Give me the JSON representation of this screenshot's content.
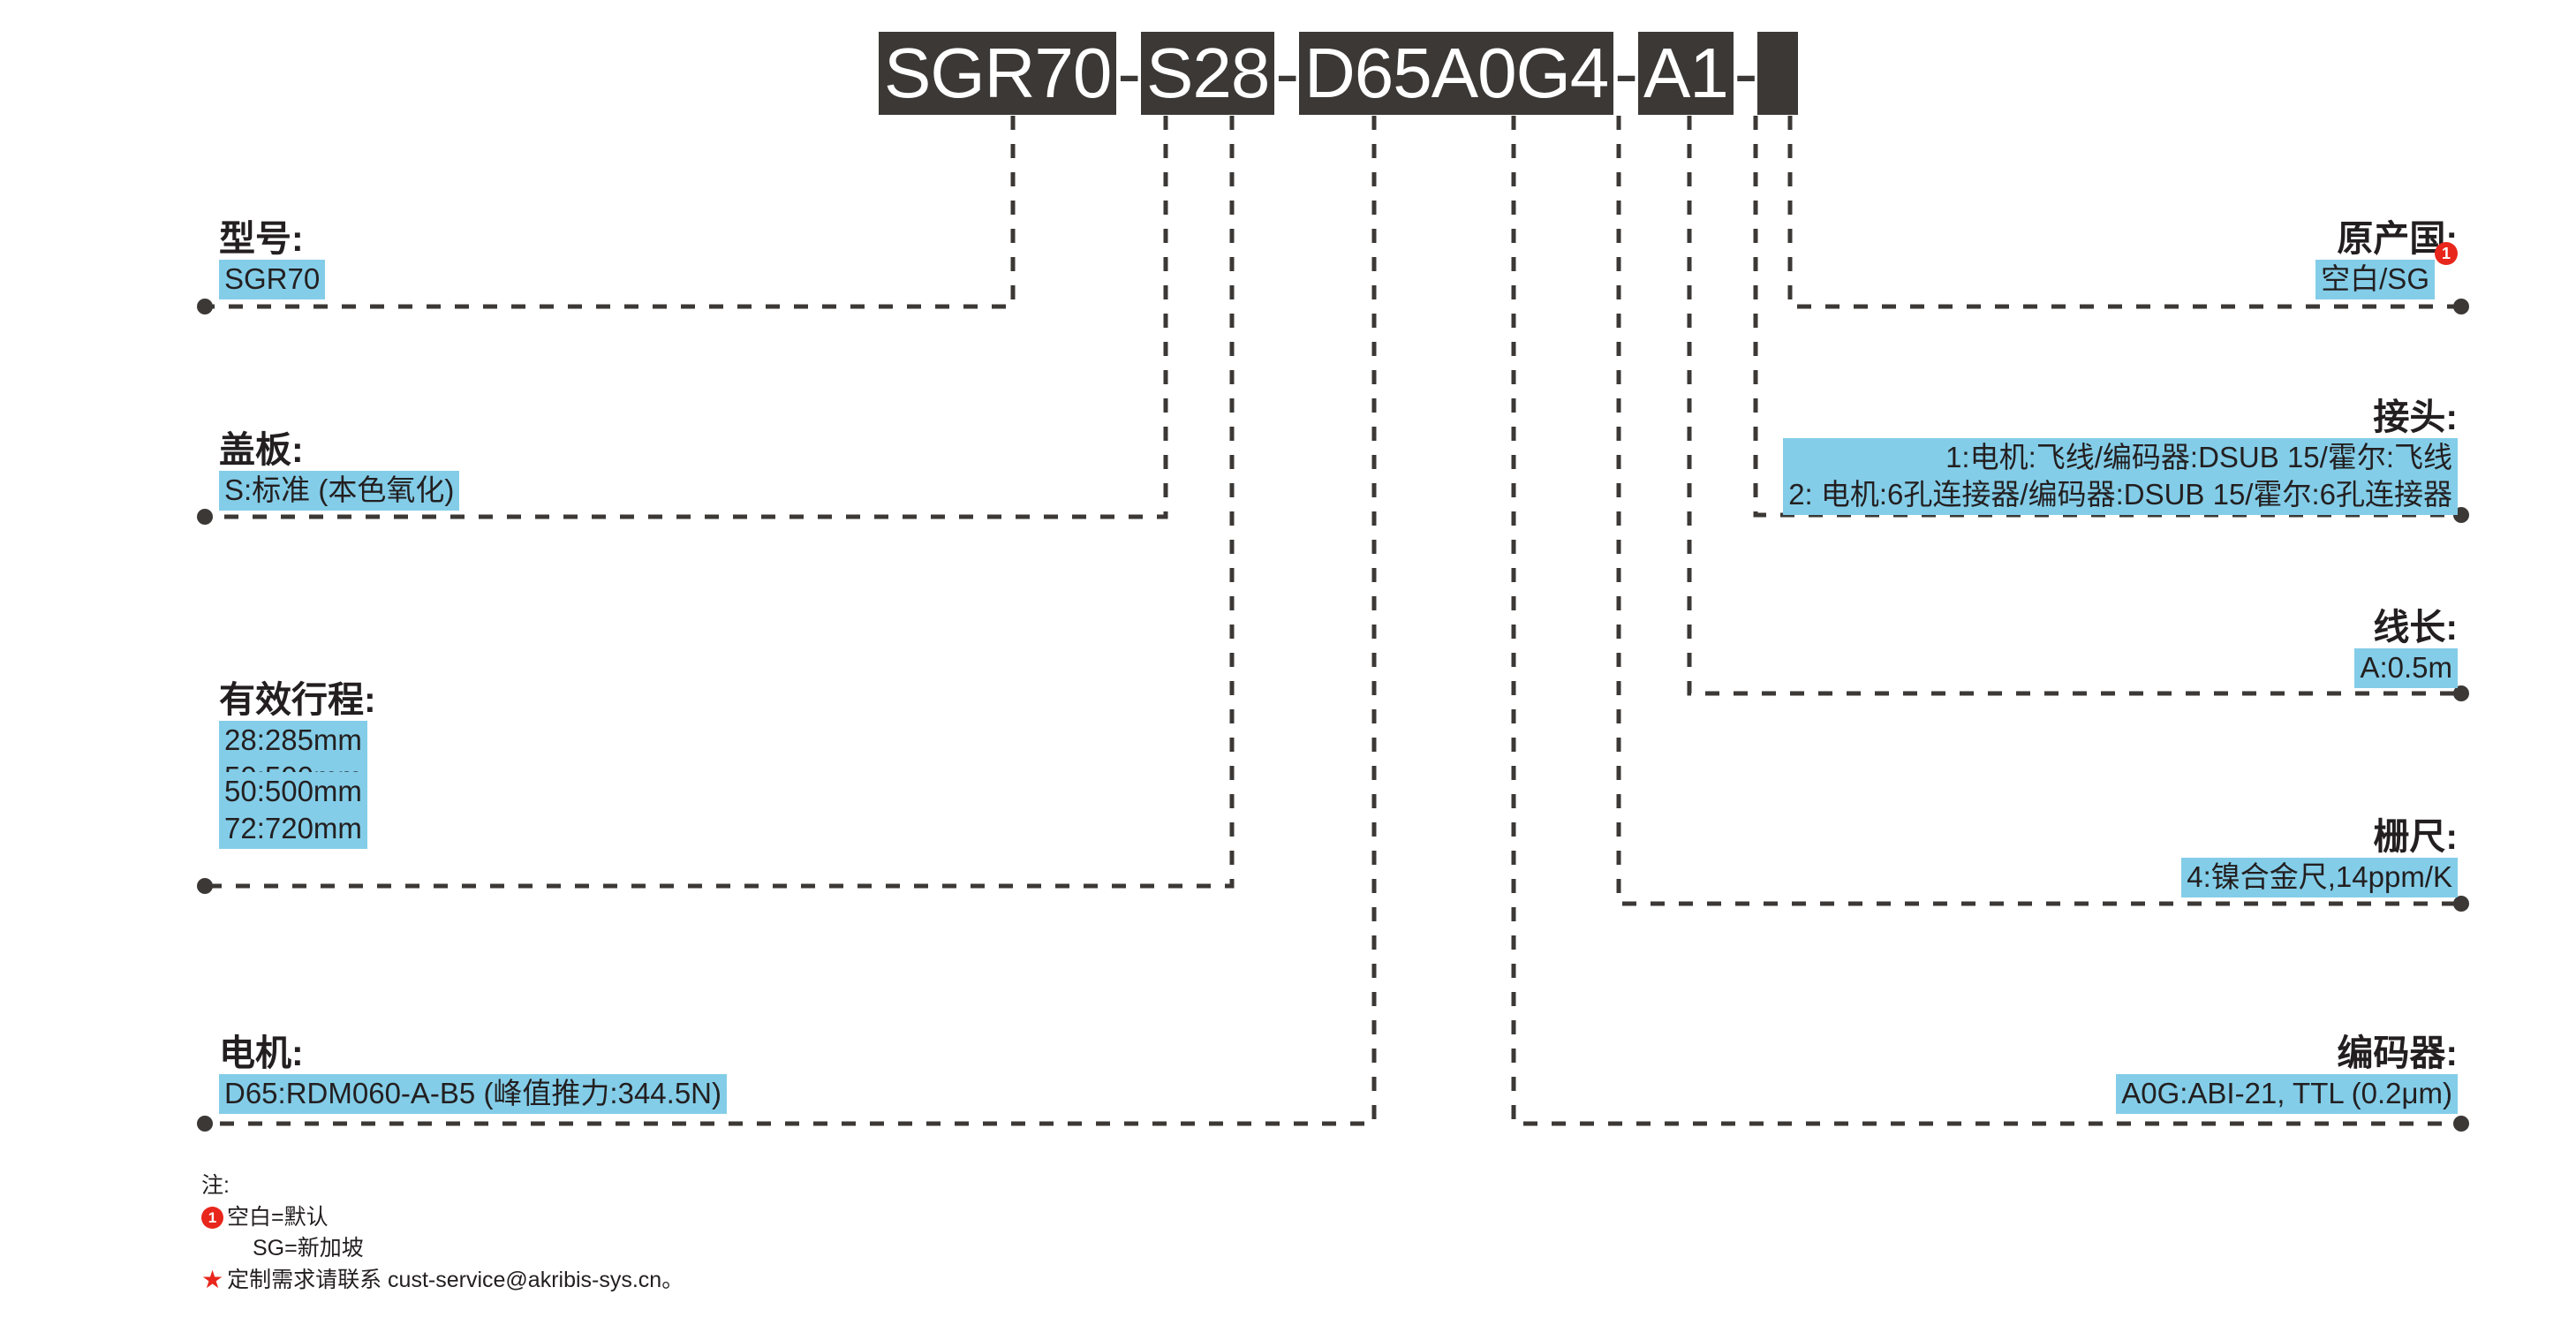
{
  "part_number": {
    "segments": [
      {
        "text": "SGR70",
        "empty": false
      },
      {
        "text": "S28",
        "empty": false
      },
      {
        "text": "D65A0G4",
        "empty": false
      },
      {
        "text": "A1",
        "empty": false
      },
      {
        "text": "",
        "empty": true
      }
    ],
    "separator": "-",
    "full": "SGR70-S28-D65A0G4-A1-"
  },
  "colors": {
    "code_block": "#3b3836",
    "highlight": "#83cde8",
    "footnote_red": "#e8261c",
    "text": "#231f20"
  },
  "callouts": {
    "model": {
      "title": "型号:",
      "value": "SGR70"
    },
    "cover_plate": {
      "title": "盖板:",
      "value": "S:标准 (本色氧化)"
    },
    "stroke": {
      "title": "有效行程:",
      "value_layer_a": "28:285mm\n50:500mm\n72:720mm",
      "value_layer_b": "50:500mm\n72:720mm"
    },
    "motor": {
      "title": "电机:",
      "value": "D65:RDM060-A-B5 (峰值推力:344.5N)"
    },
    "origin": {
      "title": "原产国:",
      "value": "空白/SG",
      "footnote_marker": "1"
    },
    "connector": {
      "title": "接头:",
      "value": "1:电机:飞线/编码器:DSUB 15/霍尔:飞线\n2: 电机:6孔连接器/编码器:DSUB 15/霍尔:6孔连接器"
    },
    "cable_length": {
      "title": "线长:",
      "value": "A:0.5m"
    },
    "scale": {
      "title": "栅尺:",
      "value": "4:镍合金尺,14ppm/K"
    },
    "encoder": {
      "title": "编码器:",
      "value": "A0G:ABI-21, TTL (0.2μm)"
    }
  },
  "notes": {
    "header": "注:",
    "item1_marker": "1",
    "item1_line1": "空白=默认",
    "item1_line2": "SG=新加坡",
    "item2_marker": "★",
    "item2_text": "定制需求请联系 cust-service@akribis-sys.cn。"
  }
}
